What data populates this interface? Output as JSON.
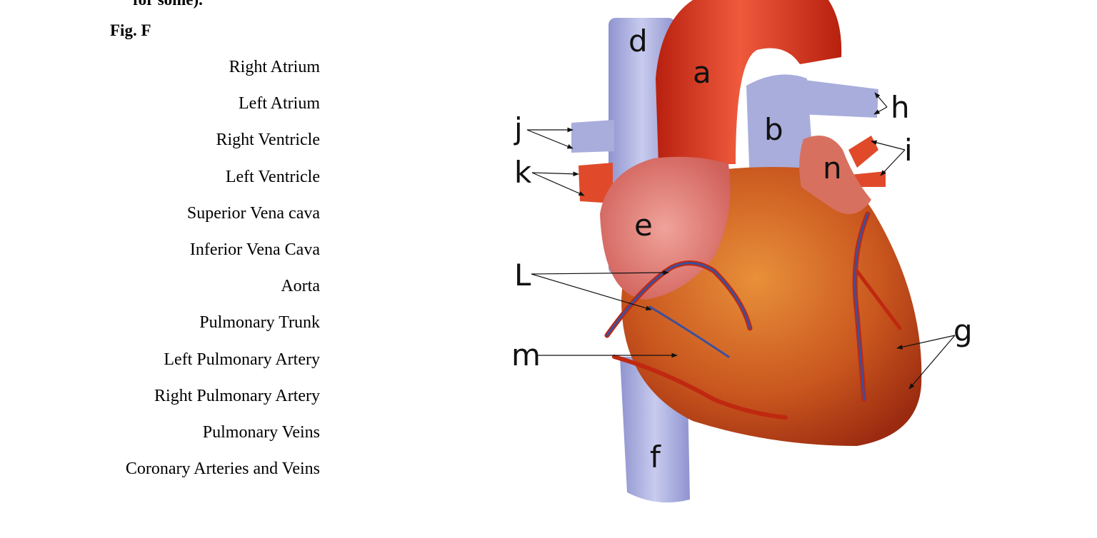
{
  "page": {
    "cut_off_text": "for some).",
    "figure_label": "Fig. F"
  },
  "terms": [
    "Right Atrium",
    "Left Atrium",
    "Right Ventricle",
    "Left Ventricle",
    "Superior Vena cava",
    "Inferior Vena Cava",
    "Aorta",
    "Pulmonary Trunk",
    "Left Pulmonary Artery",
    "Right Pulmonary Artery",
    "Pulmonary Veins",
    "Coronary Arteries and Veins"
  ],
  "diagram": {
    "labels": {
      "a": "a",
      "b": "b",
      "d": "d",
      "e": "e",
      "f": "f",
      "g": "g",
      "h": "h",
      "i": "i",
      "j": "j",
      "k": "k",
      "L": "L",
      "m": "m",
      "n": "n"
    },
    "colors": {
      "artery_red": "#d8321f",
      "vein_blue": "#a9addc",
      "heart_orange": "#c9561e",
      "atrium_pink": "#e07a70",
      "coronary_vein": "#3d4f9e"
    }
  }
}
